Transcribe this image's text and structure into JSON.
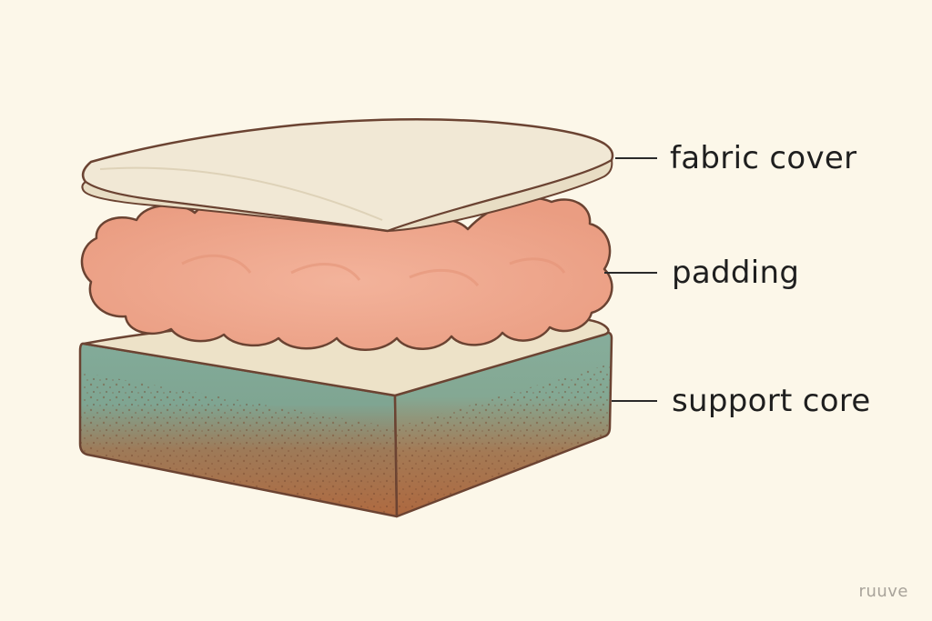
{
  "labels": {
    "fabric_cover": "fabric cover",
    "padding": "padding",
    "support_core": "support core"
  },
  "watermark": "ruuve",
  "colors": {
    "background": "#fcf7e9",
    "outline": "#6b4332",
    "fabric_cover": "#f1e8d5",
    "padding": "#eea68c",
    "core_top": "#ede2c8",
    "core_side_top": "#7fa996",
    "core_side_bottom": "#b06c44"
  }
}
